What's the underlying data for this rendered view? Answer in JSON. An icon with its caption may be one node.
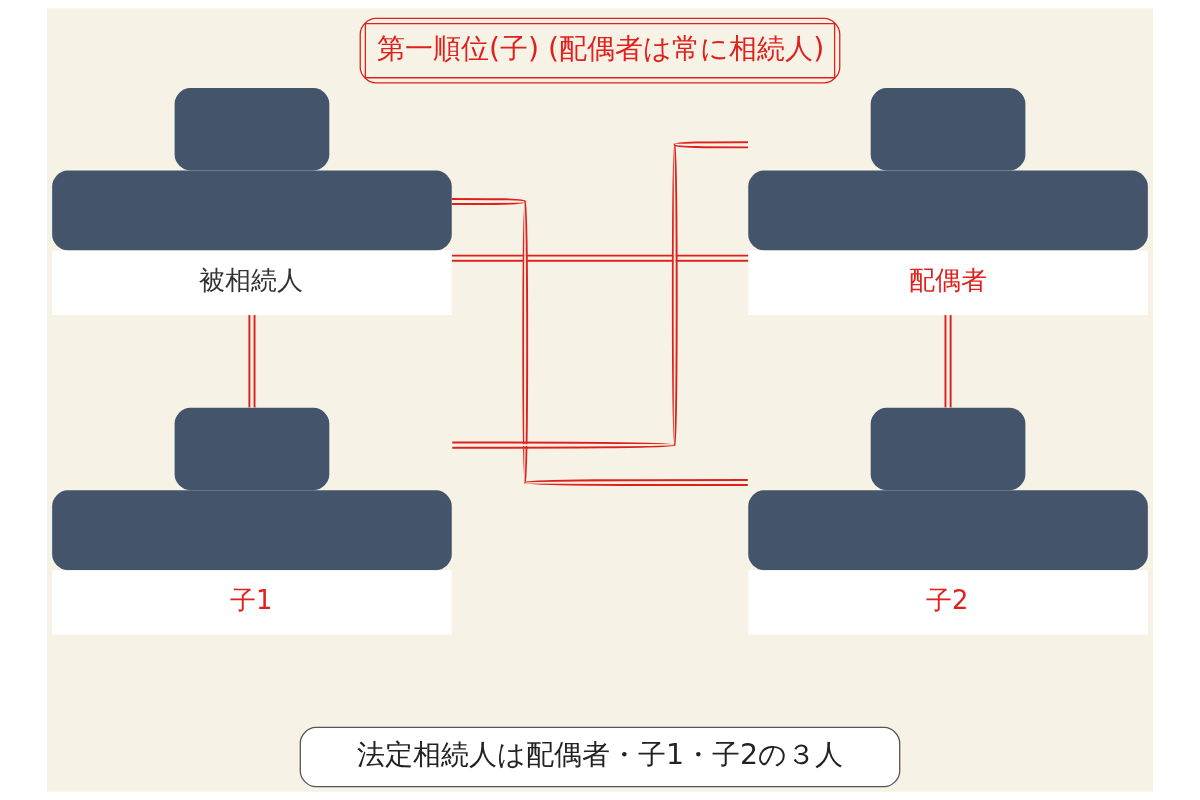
{
  "diagram": {
    "title": "第一順位(子) (配偶者は常に相続人)",
    "nodes": [
      {
        "text": [
          "被相続人"
        ]
      },
      {
        "text": [
          "配偶者"
        ]
      },
      {
        "text": [
          "子1"
        ]
      },
      {
        "text": [
          "子2"
        ]
      },
      {
        "text": [
          "法定相続人は配偶者・子1・子2の３人"
        ]
      }
    ],
    "edges": [
      {
        "from": 0,
        "to": 1,
        "arrow": "none"
      },
      {
        "from": 0,
        "to": 2,
        "arrow": "none"
      },
      {
        "from": 0,
        "to": 3,
        "arrow": "none"
      },
      {
        "from": 1,
        "to": 2,
        "arrow": "none"
      },
      {
        "from": 1,
        "to": 3,
        "arrow": "none"
      }
    ]
  }
}
